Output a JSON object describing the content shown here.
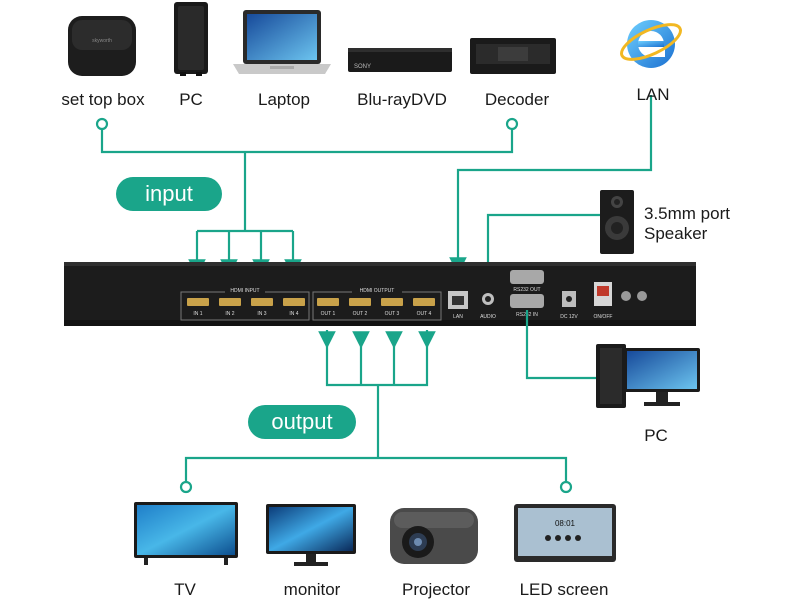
{
  "sources": [
    {
      "label": "set top box"
    },
    {
      "label": "PC"
    },
    {
      "label": "Laptop"
    },
    {
      "label": "Blu-rayDVD"
    },
    {
      "label": "Decoder"
    }
  ],
  "lan_label": "LAN",
  "speaker_label_line1": "3.5mm port",
  "speaker_label_line2": "Speaker",
  "control_pc_label": "PC",
  "input_pill": "input",
  "output_pill": "output",
  "device": {
    "hdmi_input_title": "HDMI INPUT",
    "hdmi_output_title": "HDMI OUTPUT",
    "inputs": [
      "IN 1",
      "IN 2",
      "IN 3",
      "IN 4"
    ],
    "outputs": [
      "OUT 1",
      "OUT 2",
      "OUT 3",
      "OUT 4"
    ],
    "lan": "LAN",
    "audio": "AUDIO",
    "rs232_out": "RS232 OUT",
    "rs232_in": "RS232 IN",
    "dc": "DC 12V",
    "power": "ON/OFF",
    "settop_brand": "skyworth",
    "sony_brand": "SONY",
    "led_time": "08:01"
  },
  "displays": [
    {
      "label": "TV"
    },
    {
      "label": "monitor"
    },
    {
      "label": "Projector"
    },
    {
      "label": "LED screen"
    }
  ],
  "colors": {
    "accent": "#1aa58a",
    "line": "#1aa58a",
    "device": "#1c1c1c"
  }
}
